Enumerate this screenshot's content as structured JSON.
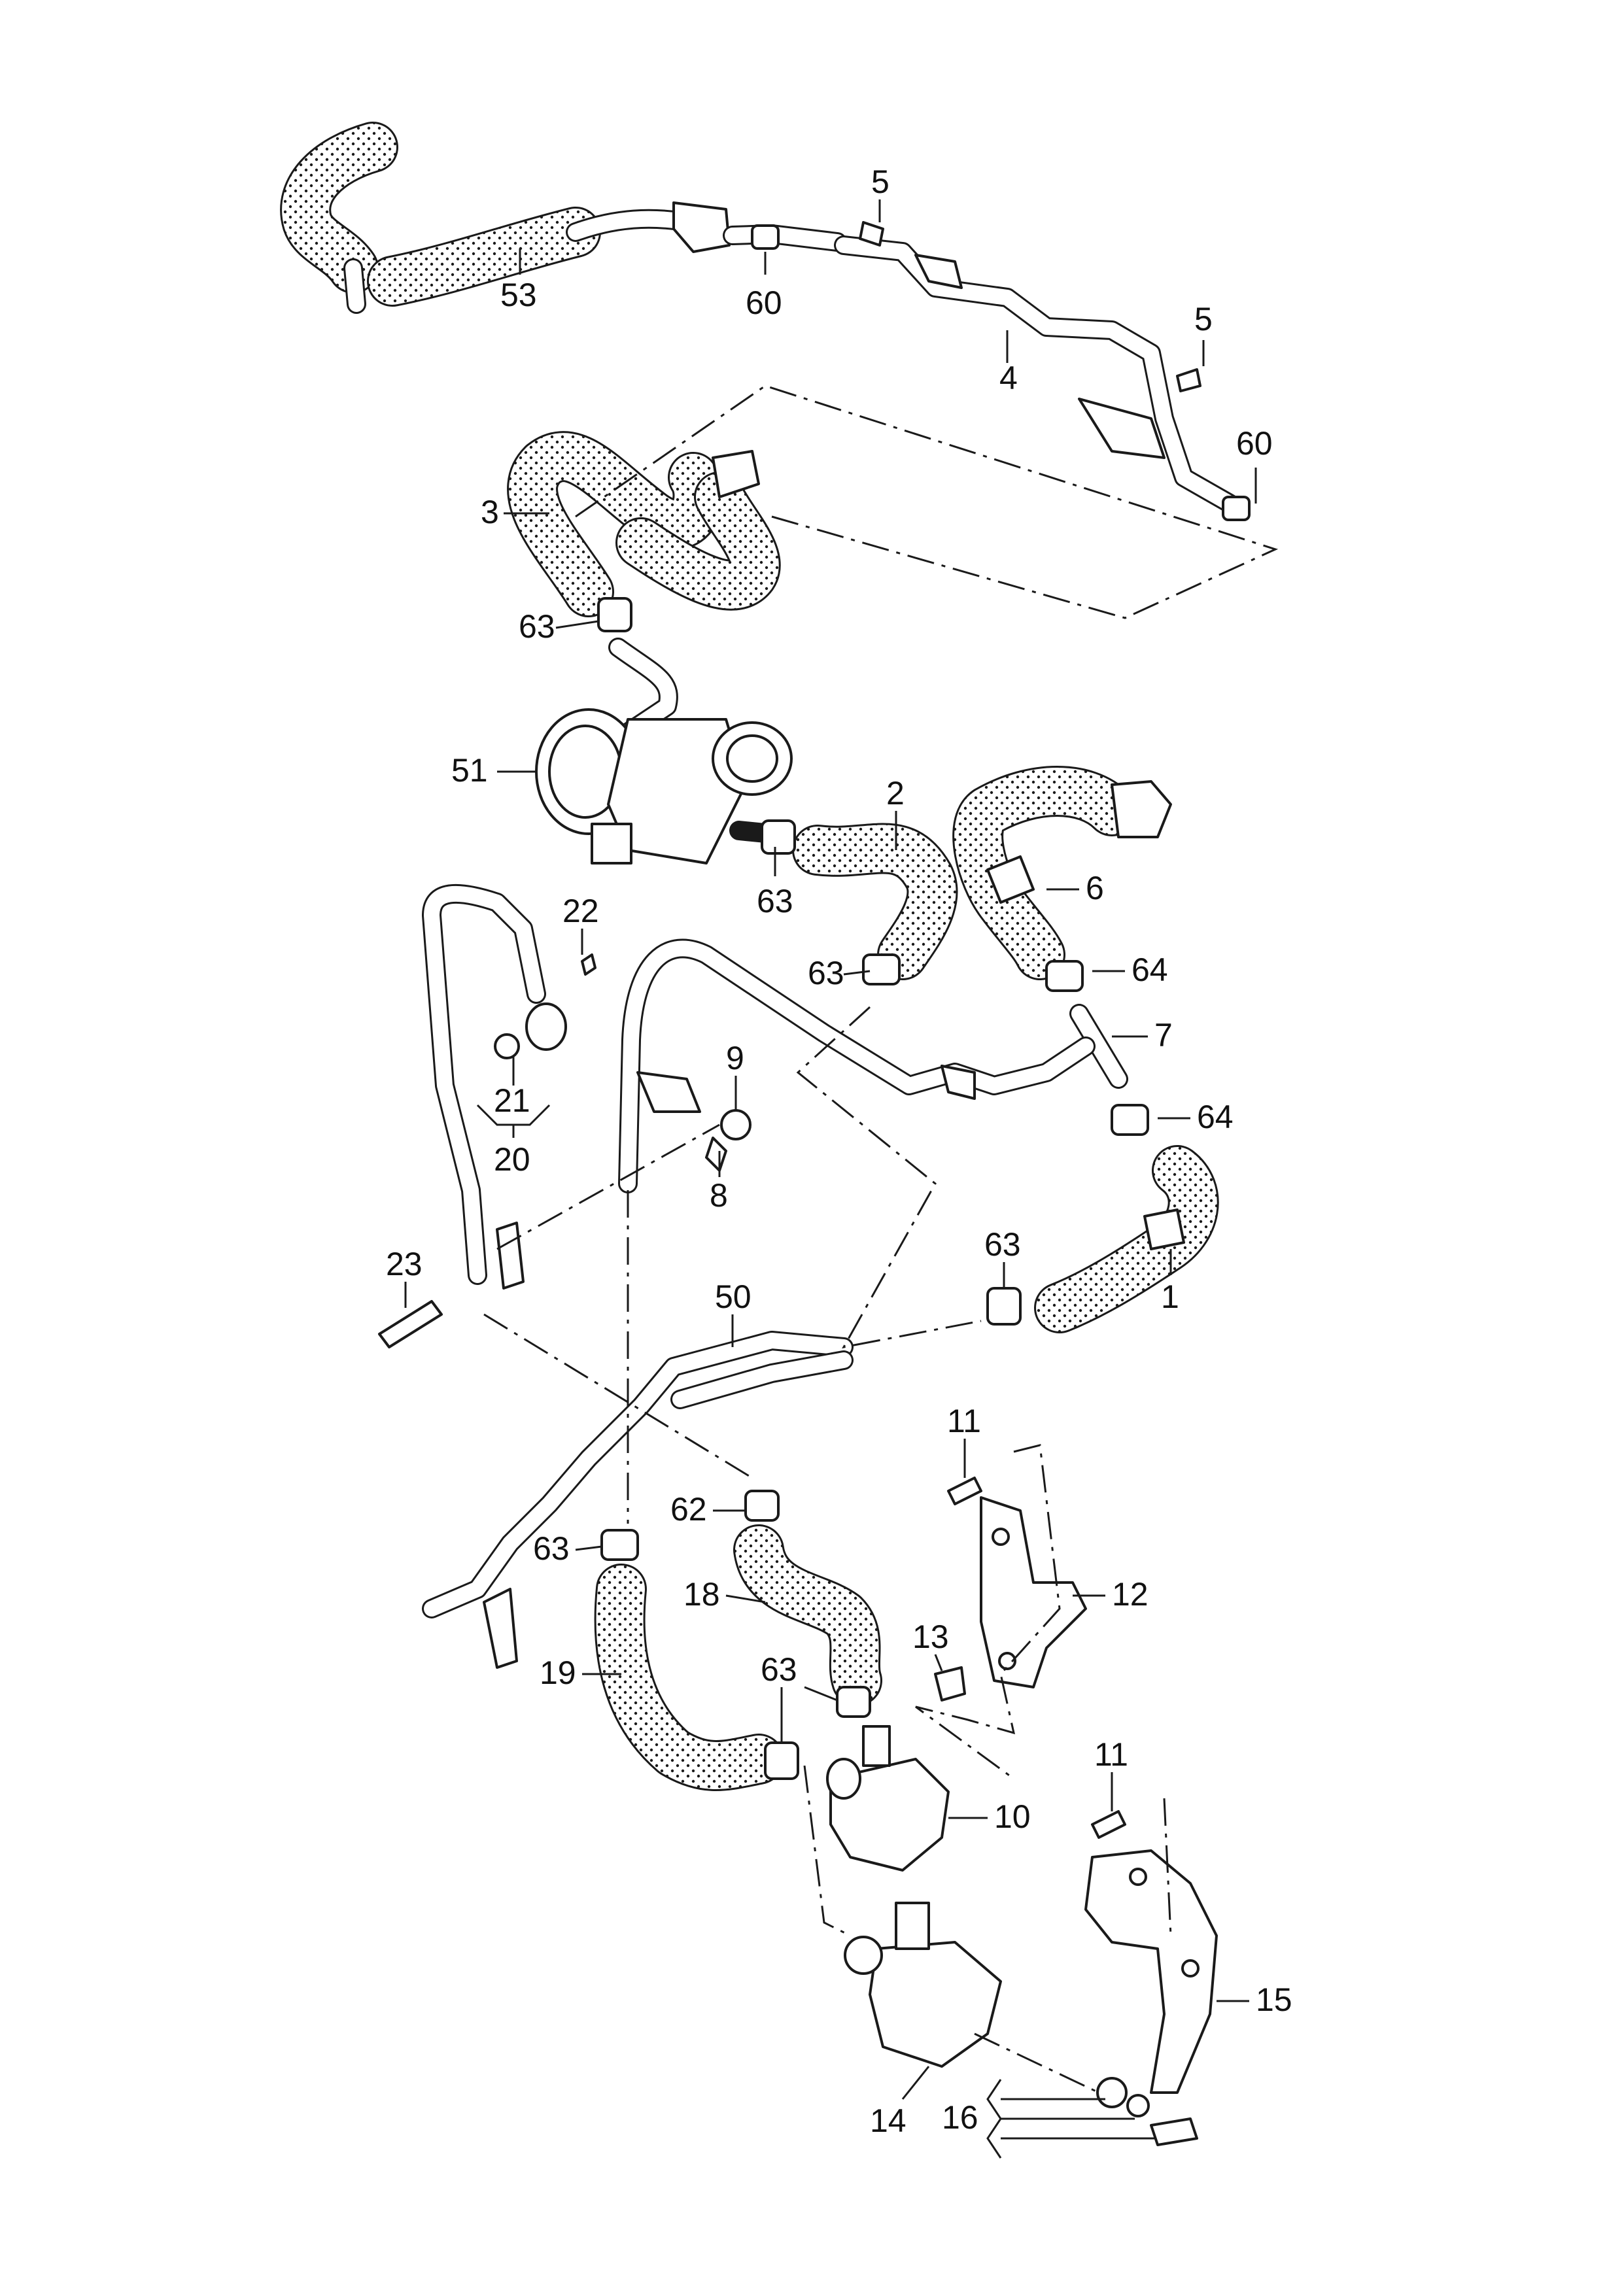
{
  "diagram": {
    "callouts": [
      {
        "id": "c53",
        "text": "53"
      },
      {
        "id": "c5a",
        "text": "5"
      },
      {
        "id": "c60a",
        "text": "60"
      },
      {
        "id": "c5b",
        "text": "5"
      },
      {
        "id": "c4",
        "text": "4"
      },
      {
        "id": "c60b",
        "text": "60"
      },
      {
        "id": "c3",
        "text": "3"
      },
      {
        "id": "c63a",
        "text": "63"
      },
      {
        "id": "c51",
        "text": "51"
      },
      {
        "id": "c2",
        "text": "2"
      },
      {
        "id": "c63b",
        "text": "63"
      },
      {
        "id": "c6",
        "text": "6"
      },
      {
        "id": "c22",
        "text": "22"
      },
      {
        "id": "c63c",
        "text": "63"
      },
      {
        "id": "c64a",
        "text": "64"
      },
      {
        "id": "c7",
        "text": "7"
      },
      {
        "id": "c9",
        "text": "9"
      },
      {
        "id": "c21",
        "text": "21"
      },
      {
        "id": "c64b",
        "text": "64"
      },
      {
        "id": "c20",
        "text": "20"
      },
      {
        "id": "c8",
        "text": "8"
      },
      {
        "id": "c23",
        "text": "23"
      },
      {
        "id": "c63d",
        "text": "63"
      },
      {
        "id": "c50",
        "text": "50"
      },
      {
        "id": "c1",
        "text": "1"
      },
      {
        "id": "c11a",
        "text": "11"
      },
      {
        "id": "c62",
        "text": "62"
      },
      {
        "id": "c63e",
        "text": "63"
      },
      {
        "id": "c18",
        "text": "18"
      },
      {
        "id": "c12",
        "text": "12"
      },
      {
        "id": "c13",
        "text": "13"
      },
      {
        "id": "c19",
        "text": "19"
      },
      {
        "id": "c63f",
        "text": "63"
      },
      {
        "id": "c11b",
        "text": "11"
      },
      {
        "id": "c10",
        "text": "10"
      },
      {
        "id": "c15",
        "text": "15"
      },
      {
        "id": "c14",
        "text": "14"
      },
      {
        "id": "c16",
        "text": "16"
      }
    ]
  }
}
